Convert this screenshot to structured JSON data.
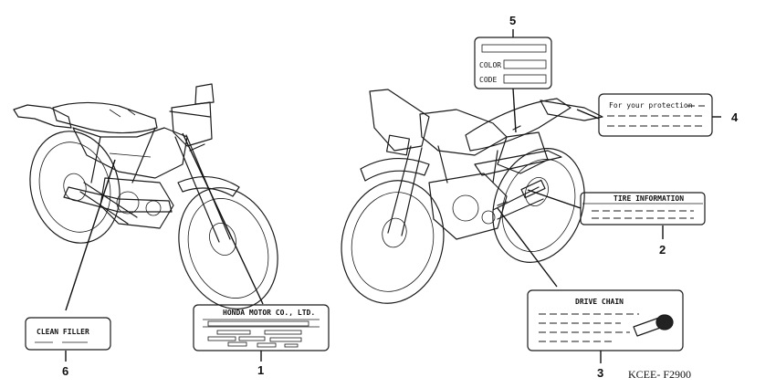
{
  "callouts": [
    "1",
    "2",
    "3",
    "4",
    "5",
    "6"
  ],
  "labels": {
    "clean_filler": "CLEAN FILLER",
    "honda_plate": "HONDA MOTOR CO., LTD.",
    "drive_chain": "DRIVE CHAIN",
    "tire_info": "TIRE INFORMATION",
    "protection": "For your protection",
    "color": "COLOR",
    "code": "CODE"
  },
  "diagram_code": "KCEE- F2900"
}
